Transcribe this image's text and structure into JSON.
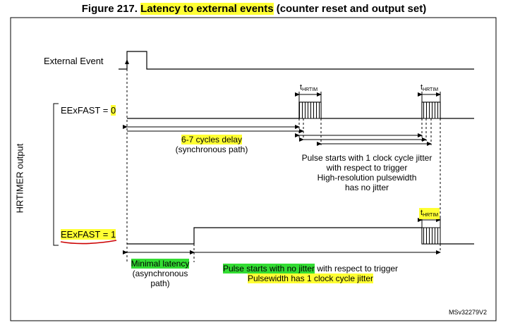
{
  "title": {
    "prefix": "Figure 217.",
    "highlight": "Latency to external events",
    "suffix": "(counter reset and output set)"
  },
  "labels": {
    "external_event": "External Event",
    "hrtimer_output": "HRTIMER output",
    "eexfast0_name": "EExFAST = ",
    "eexfast0_value": "0",
    "eexfast1_name": "EExFAST = ",
    "eexfast1_value": "1",
    "thrtim_t": "t",
    "thrtim_sub": "HRTIM",
    "delay_line1": "6-7 cycles delay",
    "delay_line2": "(synchronous path)",
    "jitter_line1": "Pulse starts with 1 clock cycle jitter",
    "jitter_line2": "with respect to trigger",
    "jitter_line3": "High-resolution pulsewidth",
    "jitter_line4": "has no jitter",
    "minlat_line1": "Minimal latency",
    "minlat_line2": "(asynchronous",
    "minlat_line3": "path)",
    "nojitter_hl": "Pulse starts with no jitter",
    "nojitter_rest": " with respect to trigger",
    "pulsewidth": "Pulsewidth has 1 clock cycle jitter",
    "ref": "MSv32279V2"
  },
  "colors": {
    "highlight_yellow": "#ffff33",
    "highlight_green": "#33dd33",
    "pen_red": "#cc0000"
  }
}
